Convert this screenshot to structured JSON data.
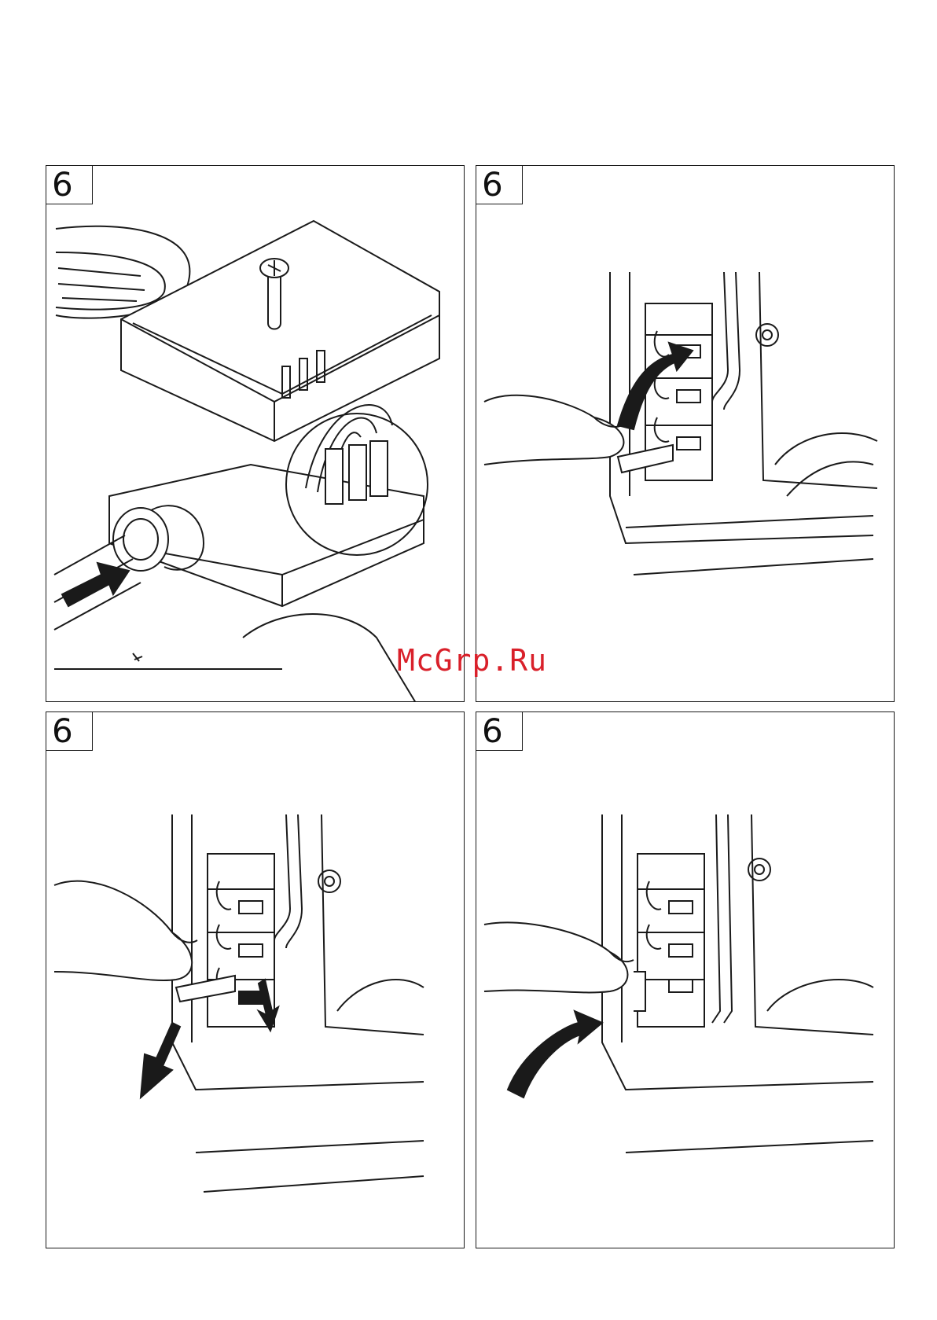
{
  "panels": [
    {
      "step": "6"
    },
    {
      "step": "6"
    },
    {
      "step": "6"
    },
    {
      "step": "6"
    }
  ],
  "watermark": "McGrp.Ru"
}
